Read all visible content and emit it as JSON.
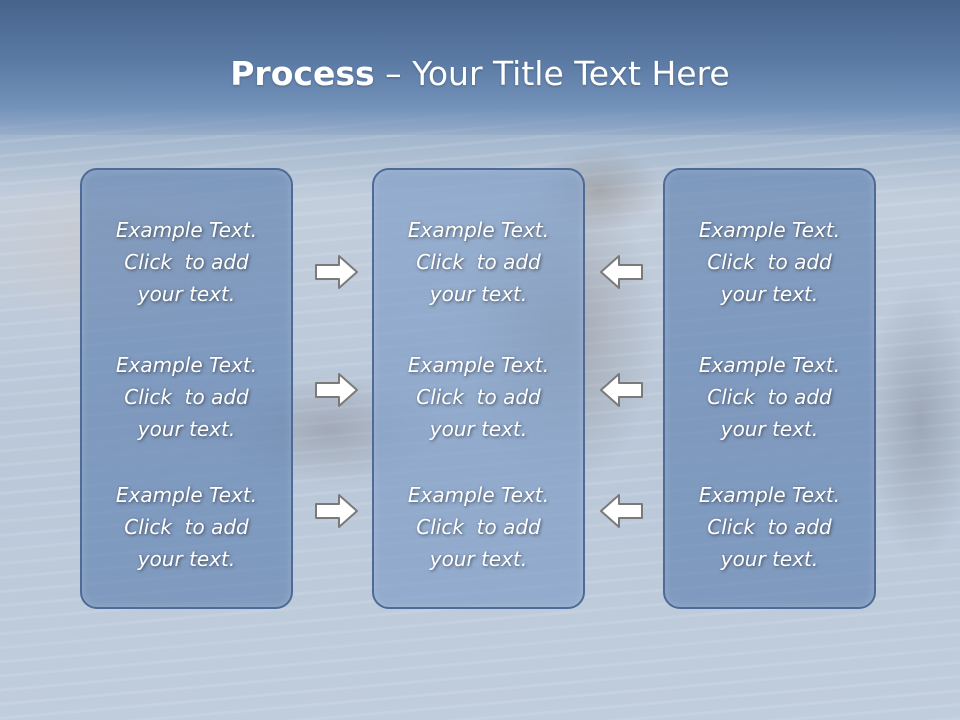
{
  "slide": {
    "title_bold": "Process",
    "title_rest": " – Your Title Text Here"
  },
  "columns": [
    {
      "blocks": [
        {
          "line1": "Example Text.",
          "line2": "Click  to add",
          "line3": "your text."
        },
        {
          "line1": "Example Text.",
          "line2": "Click  to add",
          "line3": "your text."
        },
        {
          "line1": "Example Text.",
          "line2": "Click  to add",
          "line3": "your text."
        }
      ]
    },
    {
      "blocks": [
        {
          "line1": "Example Text.",
          "line2": "Click  to add",
          "line3": "your text."
        },
        {
          "line1": "Example Text.",
          "line2": "Click  to add",
          "line3": "your text."
        },
        {
          "line1": "Example Text.",
          "line2": "Click  to add",
          "line3": "your text."
        }
      ]
    },
    {
      "blocks": [
        {
          "line1": "Example Text.",
          "line2": "Click  to add",
          "line3": "your text."
        },
        {
          "line1": "Example Text.",
          "line2": "Click  to add",
          "line3": "your text."
        },
        {
          "line1": "Example Text.",
          "line2": "Click  to add",
          "line3": "your text."
        }
      ]
    }
  ],
  "arrows": {
    "left_group": [
      "arrow-right-icon",
      "arrow-right-icon",
      "arrow-right-icon"
    ],
    "right_group": [
      "arrow-left-icon",
      "arrow-left-icon",
      "arrow-left-icon"
    ]
  },
  "colors": {
    "title_band": "#5a7aa4",
    "panel_fill": "#6888b4",
    "panel_border": "#4d6b96",
    "text": "#ffffff"
  }
}
